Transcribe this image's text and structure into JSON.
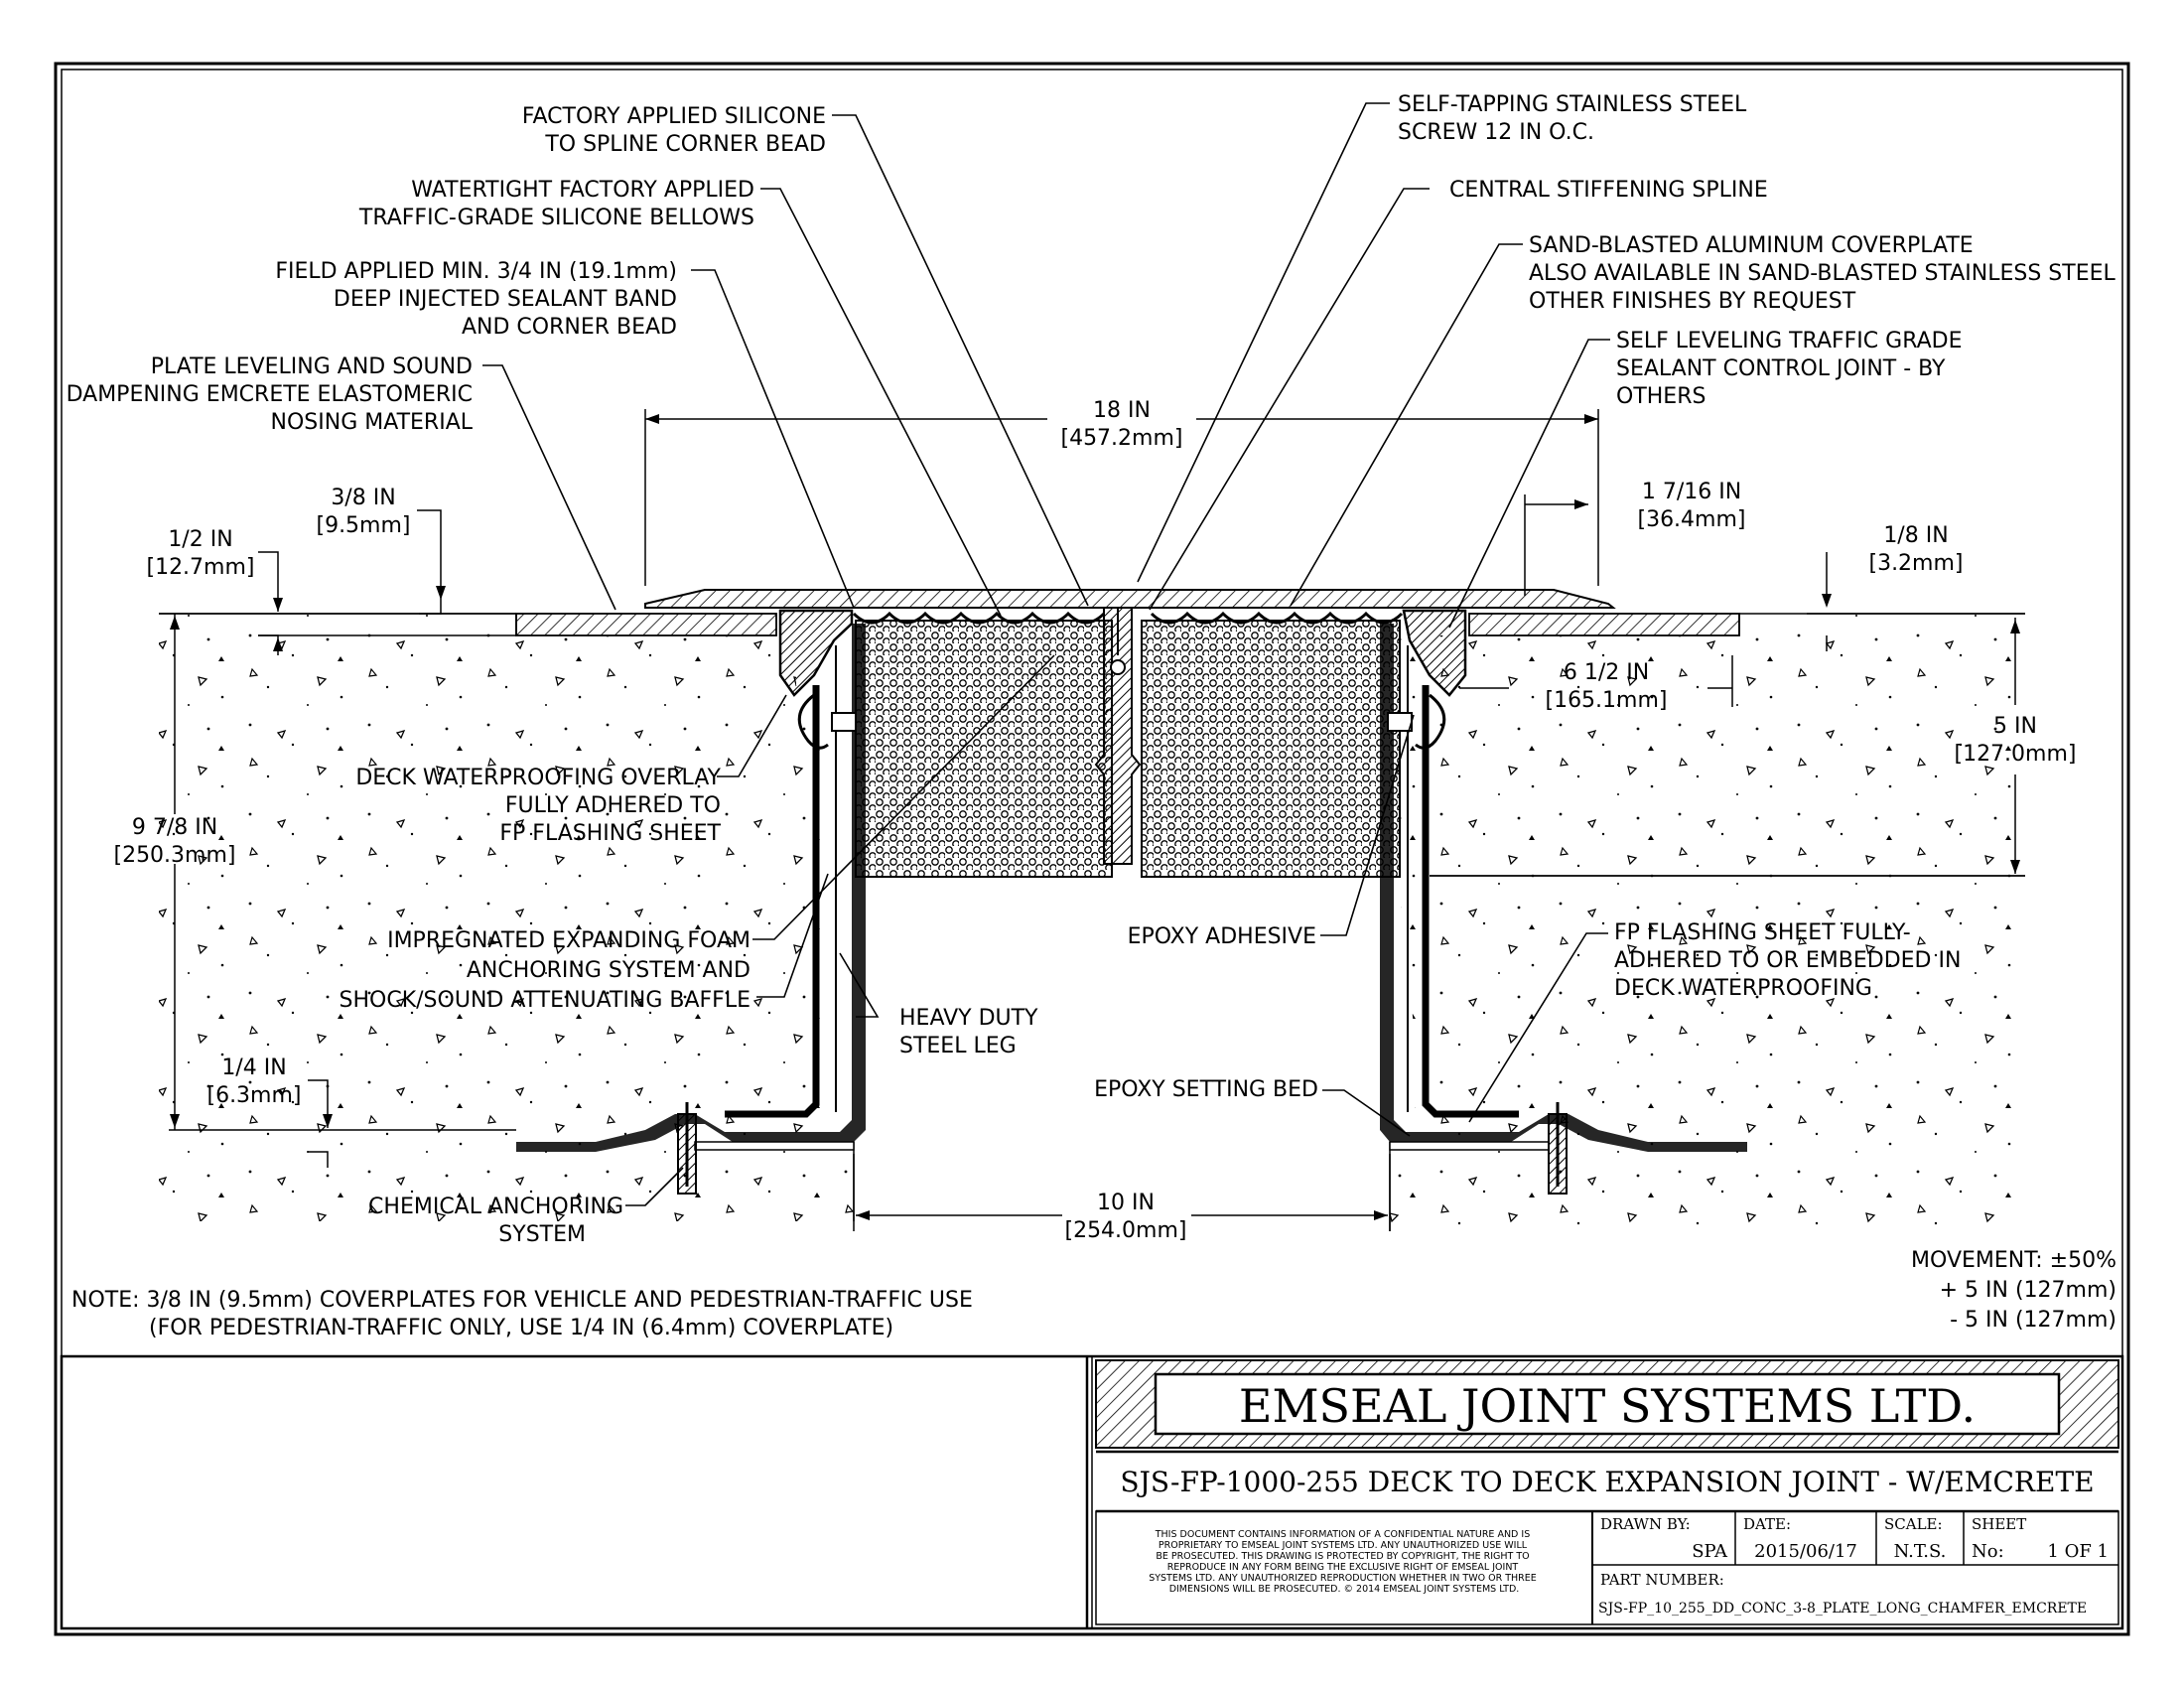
{
  "callouts": {
    "factory_silicone": [
      "FACTORY APPLIED SILICONE",
      "TO SPLINE CORNER BEAD"
    ],
    "watertight_bellows": [
      "WATERTIGHT FACTORY APPLIED",
      "TRAFFIC-GRADE SILICONE BELLOWS"
    ],
    "field_sealant": [
      "FIELD APPLIED MIN. 3/4 IN (19.1mm)",
      "DEEP INJECTED SEALANT BAND",
      "AND CORNER BEAD"
    ],
    "plate_leveling": [
      "PLATE LEVELING AND SOUND",
      "DAMPENING EMCRETE ELASTOMERIC",
      "NOSING MATERIAL"
    ],
    "self_tapping": [
      "SELF-TAPPING STAINLESS STEEL",
      "SCREW 12 IN O.C."
    ],
    "central_spline": [
      "CENTRAL STIFFENING SPLINE"
    ],
    "coverplate": [
      "SAND-BLASTED ALUMINUM COVERPLATE",
      "ALSO AVAILABLE IN SAND-BLASTED STAINLESS STEEL",
      "OTHER FINISHES BY REQUEST"
    ],
    "self_leveling": [
      "SELF LEVELING TRAFFIC GRADE",
      "SEALANT CONTROL JOINT - BY",
      "OTHERS"
    ],
    "deck_overlay": [
      "DECK WATERPROOFING OVERLAY",
      "FULLY ADHERED TO",
      "FP FLASHING SHEET"
    ],
    "impregnated_foam": [
      "IMPREGNATED EXPANDING FOAM",
      "ANCHORING SYSTEM AND",
      "SHOCK/SOUND ATTENUATING BAFFLE"
    ],
    "steel_leg": [
      "HEAVY DUTY",
      "STEEL LEG"
    ],
    "epoxy_adhesive": [
      "EPOXY ADHESIVE"
    ],
    "fp_flashing": [
      "FP FLASHING SHEET FULLY-",
      "ADHERED TO OR EMBEDDED IN",
      "DECK WATERPROOFING"
    ],
    "epoxy_bed": [
      "EPOXY SETTING BED"
    ],
    "chemical_anchor": [
      "CHEMICAL ANCHORING",
      "SYSTEM"
    ]
  },
  "dimensions": {
    "width_18": [
      "18 IN",
      "[457.2mm]"
    ],
    "d_3_8": [
      "3/8 IN",
      "[9.5mm]"
    ],
    "d_1_2": [
      "1/2 IN",
      "[12.7mm]"
    ],
    "d_1_7_16": [
      "1 7/16 IN",
      "[36.4mm]"
    ],
    "d_1_8": [
      "1/8 IN",
      "[3.2mm]"
    ],
    "d_6_1_2": [
      "6 1/2 IN",
      "[165.1mm]"
    ],
    "d_5": [
      "5 IN",
      "[127.0mm]"
    ],
    "d_9_7_8": [
      "9 7/8 IN",
      "[250.3mm]"
    ],
    "d_1_4": [
      "1/4 IN",
      "[6.3mm]"
    ],
    "d_10": [
      "10 IN",
      "[254.0mm]"
    ]
  },
  "note": [
    "NOTE: 3/8 IN (9.5mm) COVERPLATES FOR VEHICLE AND PEDESTRIAN-TRAFFIC USE",
    "(FOR PEDESTRIAN-TRAFFIC ONLY, USE 1/4 IN (6.4mm) COVERPLATE)"
  ],
  "movement": [
    "MOVEMENT: ±50%",
    "+ 5 IN (127mm)",
    "- 5 IN (127mm)"
  ],
  "title_block": {
    "company": "EMSEAL JOINT SYSTEMS LTD.",
    "drawing_title": "SJS-FP-1000-255 DECK TO DECK EXPANSION JOINT - W/EMCRETE",
    "disclaimer": [
      "THIS DOCUMENT CONTAINS INFORMATION OF A CONFIDENTIAL NATURE AND IS",
      "PROPRIETARY TO EMSEAL JOINT SYSTEMS LTD. ANY UNAUTHORIZED USE WILL",
      "BE PROSECUTED. THIS DRAWING IS PROTECTED BY COPYRIGHT, THE RIGHT TO",
      "REPRODUCE IN ANY FORM BEING THE EXCLUSIVE RIGHT OF EMSEAL JOINT",
      "SYSTEMS LTD. ANY UNAUTHORIZED REPRODUCTION WHETHER IN TWO OR THREE",
      "DIMENSIONS WILL BE PROSECUTED. © 2014 EMSEAL JOINT SYSTEMS LTD."
    ],
    "drawn_by_label": "DRAWN BY:",
    "drawn_by": "SPA",
    "date_label": "DATE:",
    "date": "2015/06/17",
    "scale_label": "SCALE:",
    "scale": "N.T.S.",
    "sheet_label": "SHEET",
    "sheet_no_label": "No:",
    "sheet": "1 OF 1",
    "part_number_label": "PART NUMBER:",
    "part_number": "SJS-FP_10_255_DD_CONC_3-8_PLATE_LONG_CHAMFER_EMCRETE"
  }
}
